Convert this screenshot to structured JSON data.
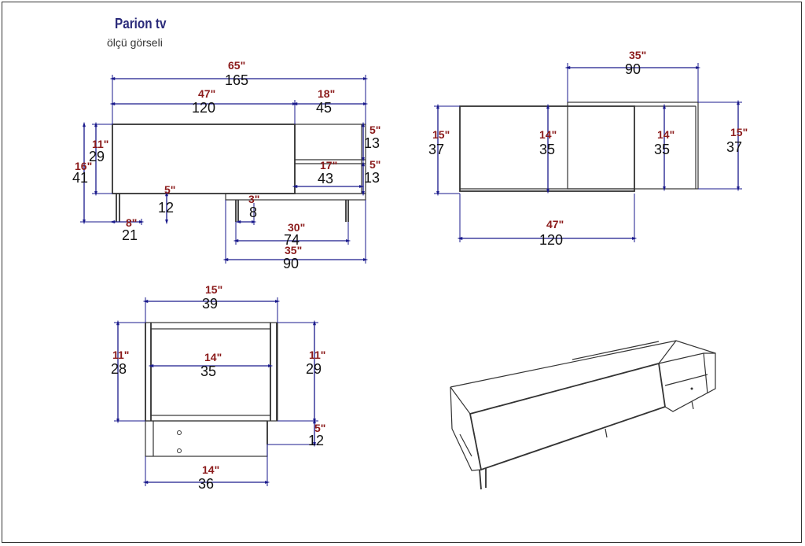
{
  "title": "Parion tv",
  "subtitle": "ölçü görseli",
  "front_view": {
    "total_width": {
      "in": "65\"",
      "cm": "165"
    },
    "main_width": {
      "in": "47\"",
      "cm": "120"
    },
    "side_width": {
      "in": "18\"",
      "cm": "45"
    },
    "height_body": {
      "in": "11\"",
      "cm": "29"
    },
    "height_total": {
      "in": "16\"",
      "cm": "41"
    },
    "leg_height": {
      "in": "5\"",
      "cm": "12"
    },
    "leg_offset": {
      "in": "8\"",
      "cm": "21"
    },
    "upper_shelf": {
      "in": "5\"",
      "cm": "13"
    },
    "lower_shelf": {
      "in": "5\"",
      "cm": "13"
    },
    "shelf_width": {
      "in": "17\"",
      "cm": "43"
    },
    "door_gap": {
      "in": "3\"",
      "cm": "8"
    },
    "leg_span": {
      "in": "30\"",
      "cm": "74"
    },
    "door_width": {
      "in": "35\"",
      "cm": "90"
    }
  },
  "top_view": {
    "slide_width": {
      "in": "35\"",
      "cm": "90"
    },
    "depth_left": {
      "in": "15\"",
      "cm": "37"
    },
    "depth_mid": {
      "in": "14\"",
      "cm": "35"
    },
    "depth_inner": {
      "in": "14\"",
      "cm": "35"
    },
    "depth_right": {
      "in": "15\"",
      "cm": "37"
    },
    "bottom_width": {
      "in": "47\"",
      "cm": "120"
    }
  },
  "side_view": {
    "top_width": {
      "in": "15\"",
      "cm": "39"
    },
    "left_height": {
      "in": "11\"",
      "cm": "28"
    },
    "inner_width": {
      "in": "14\"",
      "cm": "35"
    },
    "right_height": {
      "in": "11\"",
      "cm": "29"
    },
    "leg_height": {
      "in": "5\"",
      "cm": "12"
    },
    "bottom_width": {
      "in": "14\"",
      "cm": "36"
    }
  }
}
